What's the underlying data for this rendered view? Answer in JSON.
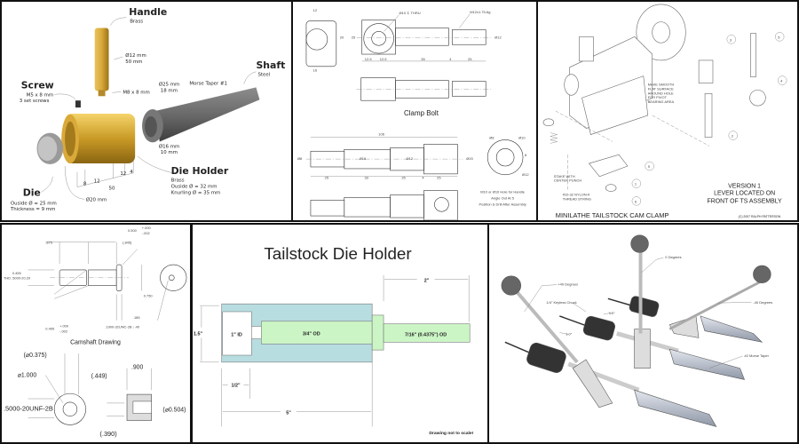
{
  "die_holder_exploded": {
    "handle": {
      "title": "Handle",
      "material": "Brass",
      "dia": "Ø12 mm",
      "len": "50 mm",
      "thread": "M8 x 8 mm"
    },
    "screw": {
      "title": "Screw",
      "size": "M5 x 8 mm",
      "qty": "3 set screws"
    },
    "shaft": {
      "title": "Shaft",
      "material": "Steel",
      "dia": "Ø25 mm",
      "len": "18 mm",
      "taper": "Morse Taper #1",
      "bore_dia": "Ø16 mm",
      "bore_len": "10 mm"
    },
    "holder": {
      "title": "Die Holder",
      "material": "Brass",
      "outside": "Ouside Ø = 32 mm",
      "knurl": "Knurling Ø = 35 mm",
      "dims": [
        "8",
        "12",
        "12",
        "4",
        "50"
      ],
      "bore": "Ø20 mm"
    },
    "die": {
      "title": "Die",
      "outside": "Ouside Ø = 25 mm",
      "thickness": "Thickness = 9 mm"
    }
  },
  "clamp_bolt": {
    "side_dims": [
      "12",
      "20",
      "16"
    ],
    "hole_note": "Ø10 ↧ THRU",
    "thread_note": "M12x1.75-6g",
    "front_dims": [
      "12.5",
      "12.5",
      "35",
      "4",
      "25"
    ],
    "height_dim": "25",
    "thread_dia": "Ø12",
    "title": "Clamp Bolt",
    "overall": "106",
    "shaft_dims": [
      "25",
      "33",
      "25",
      "4",
      "25"
    ],
    "shaft_dias": [
      "Ø8",
      "Ø16",
      "Ø12",
      "Ø20"
    ],
    "end_view": [
      "Ø8",
      "Ø10",
      "Ø12",
      "8"
    ],
    "handle_note": [
      "M10 or Ø10 Hole for Handle",
      "Angle Out At 5",
      "Position & Drill After Assembly"
    ]
  },
  "cam_clamp": {
    "note": [
      "MAKE SMOOTH",
      "FLAT SURFACE",
      "AROUND HOLE",
      "FOR PIVOT",
      "BEARING AREA"
    ],
    "balloons": [
      "1",
      "2",
      "3",
      "4",
      "5",
      "6",
      "9"
    ],
    "stake": [
      "STAKE WITH",
      "CENTER PUNCH"
    ],
    "nylon": [
      "#10-32 NYLON-#",
      "THREAD STRING"
    ],
    "version": [
      "VERSION 1",
      "LEVER LOCATED ON",
      "FRONT OF TS ASSEMBLY"
    ],
    "title": "MINILATHE TAILSTOCK CAM CLAMP",
    "copyright": "(C) 2007 RALPH PATTERSON"
  },
  "camshaft": {
    "dims": [
      ".875",
      "(.845)",
      "0.500",
      "+.000",
      "-.002",
      "0.495",
      "THD .5000-20.20",
      "0.750",
      ".185",
      "0.495",
      "+.000",
      "-.002",
      ".1900-32UNC-2B ↓.40"
    ],
    "title": "Camshaft Drawing",
    "lower_dims": [
      "(⌀0.375)",
      "⌀1.000",
      "(.449)",
      ".900",
      ".5000-20UNF-2B",
      "(⌀0.504)",
      "(.390)"
    ]
  },
  "tailstock_die_holder": {
    "title": "Tailstock Die Holder",
    "dim_2": "2\"",
    "dim_height": "1.5\"",
    "bore": "1\" ID",
    "body": "3/4\" OD",
    "shaft": "7/16\" (0.4375\") OD",
    "dim_half": "1/2\"",
    "dim_5": "5\"",
    "note": "Drawing not to scale!",
    "colors": {
      "body": "#b8dde1",
      "green": "#ccf5c6"
    }
  },
  "levers": {
    "labels": [
      "+40 Degrees",
      "0 Degrees",
      "-40 Degrees",
      "1/4\" Keyless Chuck",
      "1.0\"",
      "1.0\"",
      "#2 Morse Taper"
    ]
  }
}
